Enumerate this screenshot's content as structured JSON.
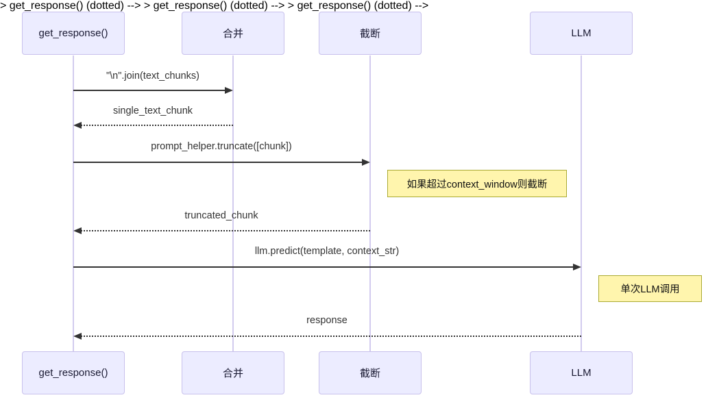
{
  "diagram_type": "sequence-diagram",
  "participants": [
    {
      "label": "get_response()"
    },
    {
      "label": "合并"
    },
    {
      "label": "截断"
    },
    {
      "label": "LLM"
    }
  ],
  "messages": [
    {
      "text": "\"\\n\".join(text_chunks)",
      "from": "get_response()",
      "to": "合并",
      "line": "solid"
    },
    {
      "text": "single_text_chunk",
      "from": "合并",
      "to": "get_response()",
      "line": "dotted"
    },
    {
      "text": "prompt_helper.truncate([chunk])",
      "from": "get_response()",
      "to": "截断",
      "line": "solid"
    },
    {
      "text": "truncated_chunk",
      "from": "截断",
      "to": "get_response()",
      "line": "dotted"
    },
    {
      "text": "llm.predict(template, context_str)",
      "from": "get_response()",
      "to": "LLM",
      "line": "solid"
    },
    {
      "text": "response",
      "from": "LLM",
      "to": "get_response()",
      "line": "dotted"
    }
  ],
  "notes": [
    {
      "text": "如果超过context_window则截断",
      "anchor": "截断"
    },
    {
      "text": "单次LLM调用",
      "anchor": "LLM"
    }
  ],
  "colors": {
    "actor_fill": "#ececff",
    "actor_border": "#c8c0ec",
    "lifeline": "#d2cbee",
    "message_line": "#333333",
    "note_fill": "#fff5ad",
    "note_border": "#aaaa33",
    "background": "#ffffff"
  }
}
